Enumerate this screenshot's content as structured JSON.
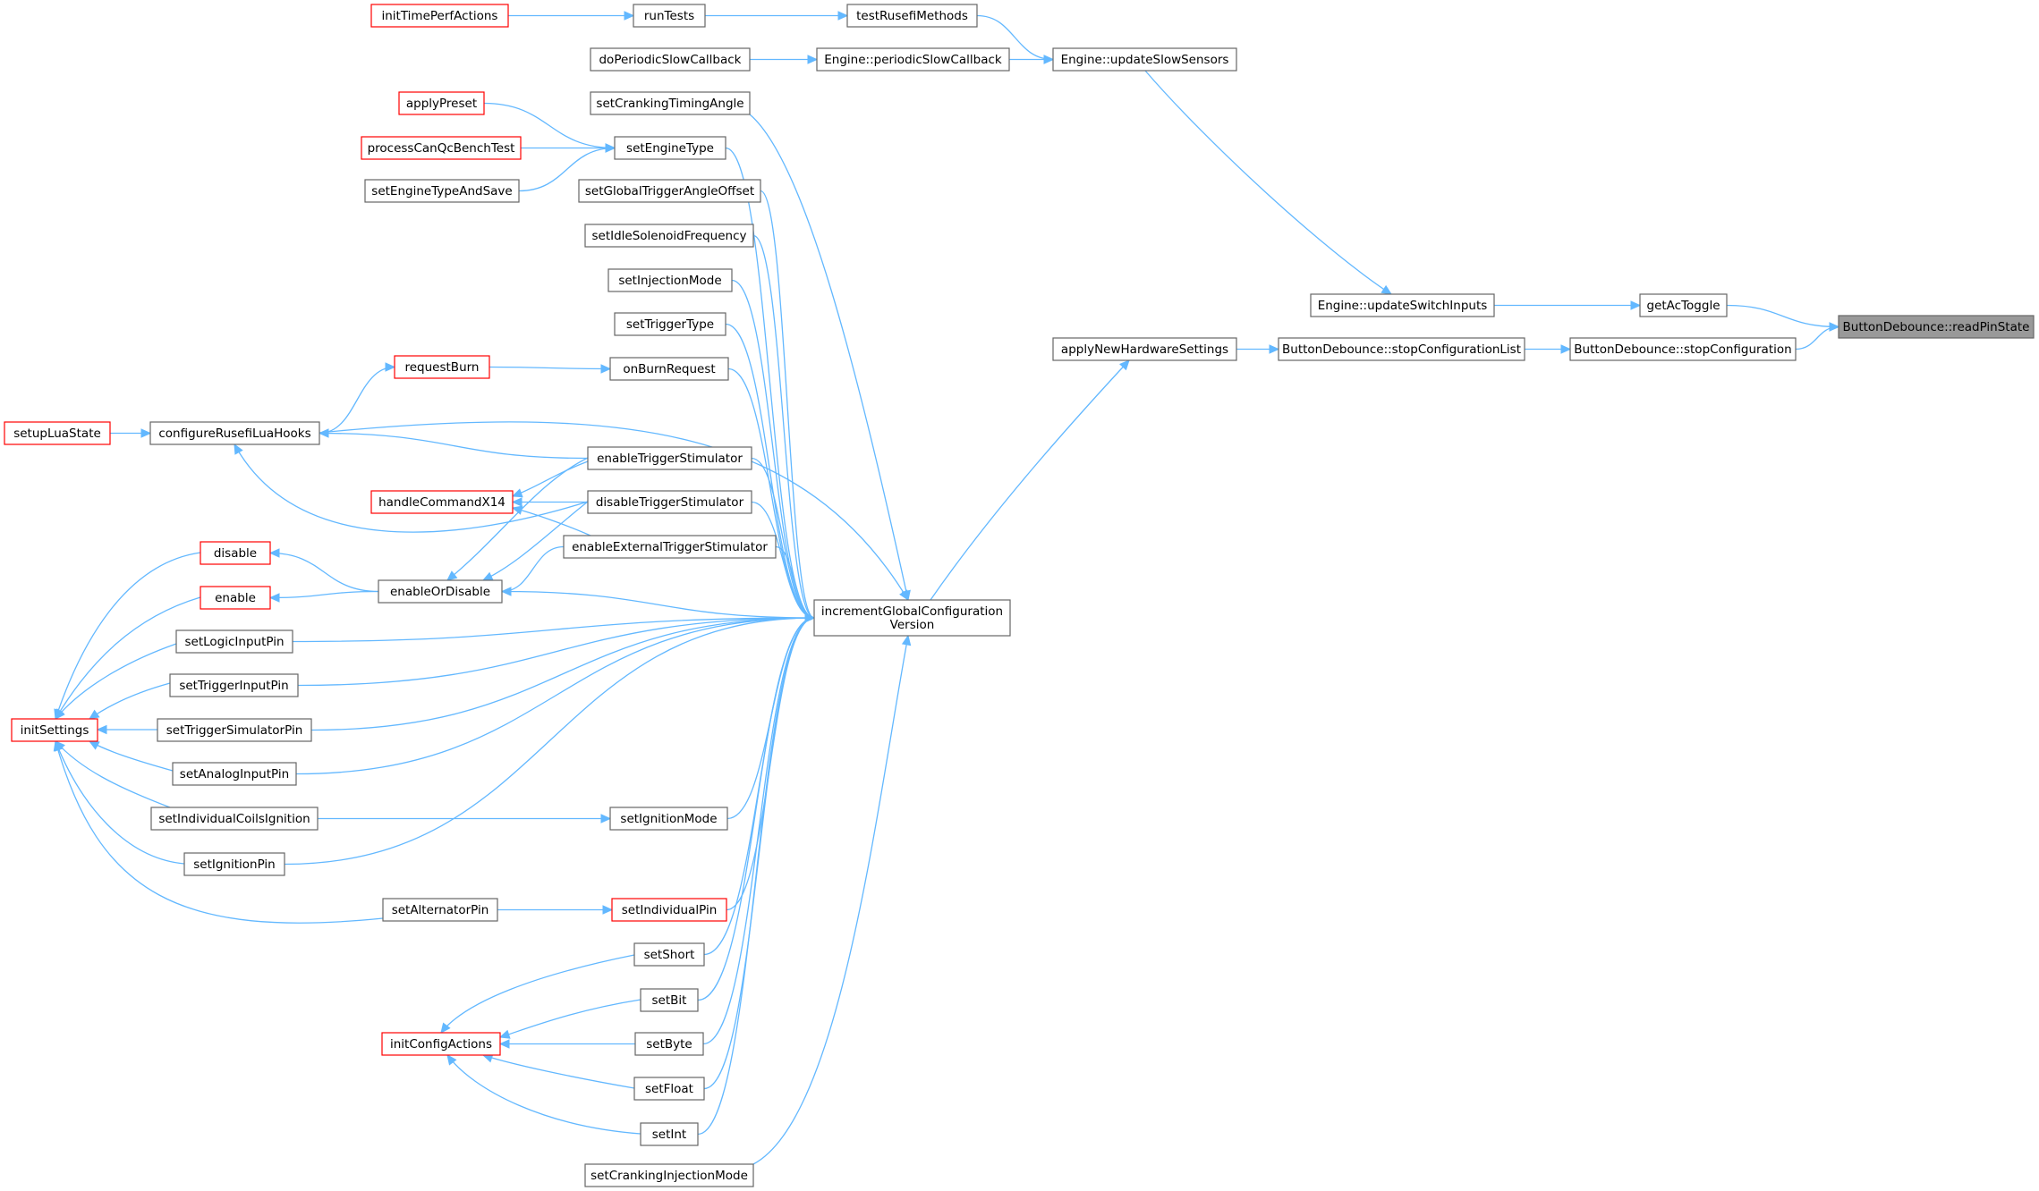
{
  "diagram": {
    "type": "caller-graph",
    "colors": {
      "edge": "#63b8ff",
      "border": "#666666",
      "truncated_border": "#ff0000",
      "root_fill": "#999999"
    },
    "root": "ButtonDebounce::readPinState",
    "nodes": [
      {
        "id": "readPinState",
        "label": "ButtonDebounce::readPinState",
        "truncated": false,
        "root": true
      },
      {
        "id": "getAcToggle",
        "label": "getAcToggle",
        "truncated": false
      },
      {
        "id": "stopConfiguration",
        "label": "ButtonDebounce::stopConfiguration",
        "truncated": false
      },
      {
        "id": "updateSwitchInputs",
        "label": "Engine::updateSwitchInputs",
        "truncated": false
      },
      {
        "id": "stopConfigurationList",
        "label": "ButtonDebounce::stopConfigurationList",
        "truncated": false
      },
      {
        "id": "applyNewHardwareSettings",
        "label": "applyNewHardwareSettings",
        "truncated": false
      },
      {
        "id": "updateSlowSensors",
        "label": "Engine::updateSlowSensors",
        "truncated": false
      },
      {
        "id": "incrementGCV",
        "label": [
          "incrementGlobalConfiguration",
          "Version"
        ],
        "truncated": false
      },
      {
        "id": "testRusefiMethods",
        "label": "testRusefiMethods",
        "truncated": false
      },
      {
        "id": "periodicSlowCallback",
        "label": "Engine::periodicSlowCallback",
        "truncated": false
      },
      {
        "id": "runTests",
        "label": "runTests",
        "truncated": false
      },
      {
        "id": "initTimePerfActions",
        "label": "initTimePerfActions",
        "truncated": true
      },
      {
        "id": "doPeriodicSlowCallback",
        "label": "doPeriodicSlowCallback",
        "truncated": false
      },
      {
        "id": "setCrankingTimingAngle",
        "label": "setCrankingTimingAngle",
        "truncated": false
      },
      {
        "id": "setEngineType",
        "label": "setEngineType",
        "truncated": false
      },
      {
        "id": "applyPreset",
        "label": "applyPreset",
        "truncated": true
      },
      {
        "id": "processCanQcBenchTest",
        "label": "processCanQcBenchTest",
        "truncated": true
      },
      {
        "id": "setEngineTypeAndSave",
        "label": "setEngineTypeAndSave",
        "truncated": false
      },
      {
        "id": "setGlobalTriggerAngleOffset",
        "label": "setGlobalTriggerAngleOffset",
        "truncated": false
      },
      {
        "id": "setIdleSolenoidFrequency",
        "label": "setIdleSolenoidFrequency",
        "truncated": false
      },
      {
        "id": "setInjectionMode",
        "label": "setInjectionMode",
        "truncated": false
      },
      {
        "id": "setTriggerType",
        "label": "setTriggerType",
        "truncated": false
      },
      {
        "id": "onBurnRequest",
        "label": "onBurnRequest",
        "truncated": false
      },
      {
        "id": "requestBurn",
        "label": "requestBurn",
        "truncated": true
      },
      {
        "id": "configureRusefiLuaHooks",
        "label": "configureRusefiLuaHooks",
        "truncated": false
      },
      {
        "id": "setupLuaState",
        "label": "setupLuaState",
        "truncated": true
      },
      {
        "id": "enableTriggerStimulator",
        "label": "enableTriggerStimulator",
        "truncated": false
      },
      {
        "id": "disableTriggerStimulator",
        "label": "disableTriggerStimulator",
        "truncated": false
      },
      {
        "id": "handleCommandX14",
        "label": "handleCommandX14",
        "truncated": true
      },
      {
        "id": "enableExternalTriggerStimulator",
        "label": "enableExternalTriggerStimulator",
        "truncated": false
      },
      {
        "id": "disable",
        "label": "disable",
        "truncated": true
      },
      {
        "id": "enable",
        "label": "enable",
        "truncated": true
      },
      {
        "id": "enableOrDisable",
        "label": "enableOrDisable",
        "truncated": false
      },
      {
        "id": "setLogicInputPin",
        "label": "setLogicInputPin",
        "truncated": false
      },
      {
        "id": "setTriggerInputPin",
        "label": "setTriggerInputPin",
        "truncated": false
      },
      {
        "id": "setTriggerSimulatorPin",
        "label": "setTriggerSimulatorPin",
        "truncated": false
      },
      {
        "id": "initSettings",
        "label": "initSettings",
        "truncated": true
      },
      {
        "id": "setAnalogInputPin",
        "label": "setAnalogInputPin",
        "truncated": false
      },
      {
        "id": "setIndividualCoilsIgnition",
        "label": "setIndividualCoilsIgnition",
        "truncated": false
      },
      {
        "id": "setIgnitionMode",
        "label": "setIgnitionMode",
        "truncated": false
      },
      {
        "id": "setIgnitionPin",
        "label": "setIgnitionPin",
        "truncated": false
      },
      {
        "id": "setAlternatorPin",
        "label": "setAlternatorPin",
        "truncated": false
      },
      {
        "id": "setIndividualPin",
        "label": "setIndividualPin",
        "truncated": true
      },
      {
        "id": "setShort",
        "label": "setShort",
        "truncated": false
      },
      {
        "id": "setBit",
        "label": "setBit",
        "truncated": false
      },
      {
        "id": "initConfigActions",
        "label": "initConfigActions",
        "truncated": true
      },
      {
        "id": "setByte",
        "label": "setByte",
        "truncated": false
      },
      {
        "id": "setFloat",
        "label": "setFloat",
        "truncated": false
      },
      {
        "id": "setInt",
        "label": "setInt",
        "truncated": false
      },
      {
        "id": "setCrankingInjectionMode",
        "label": "setCrankingInjectionMode",
        "truncated": false
      }
    ],
    "edges": [
      [
        "getAcToggle",
        "readPinState"
      ],
      [
        "stopConfiguration",
        "readPinState"
      ],
      [
        "updateSwitchInputs",
        "getAcToggle"
      ],
      [
        "stopConfigurationList",
        "stopConfiguration"
      ],
      [
        "updateSlowSensors",
        "updateSwitchInputs"
      ],
      [
        "applyNewHardwareSettings",
        "stopConfigurationList"
      ],
      [
        "incrementGCV",
        "applyNewHardwareSettings"
      ],
      [
        "testRusefiMethods",
        "updateSlowSensors"
      ],
      [
        "periodicSlowCallback",
        "updateSlowSensors"
      ],
      [
        "runTests",
        "testRusefiMethods"
      ],
      [
        "initTimePerfActions",
        "runTests"
      ],
      [
        "doPeriodicSlowCallback",
        "periodicSlowCallback"
      ],
      [
        "setCrankingTimingAngle",
        "incrementGCV"
      ],
      [
        "setEngineType",
        "incrementGCV"
      ],
      [
        "applyPreset",
        "setEngineType"
      ],
      [
        "processCanQcBenchTest",
        "setEngineType"
      ],
      [
        "setEngineTypeAndSave",
        "setEngineType"
      ],
      [
        "setGlobalTriggerAngleOffset",
        "incrementGCV"
      ],
      [
        "setIdleSolenoidFrequency",
        "incrementGCV"
      ],
      [
        "setInjectionMode",
        "incrementGCV"
      ],
      [
        "setTriggerType",
        "incrementGCV"
      ],
      [
        "onBurnRequest",
        "incrementGCV"
      ],
      [
        "requestBurn",
        "onBurnRequest"
      ],
      [
        "configureRusefiLuaHooks",
        "requestBurn"
      ],
      [
        "setupLuaState",
        "configureRusefiLuaHooks"
      ],
      [
        "configureRusefiLuaHooks",
        "incrementGCV"
      ],
      [
        "enableTriggerStimulator",
        "configureRusefiLuaHooks"
      ],
      [
        "disableTriggerStimulator",
        "configureRusefiLuaHooks"
      ],
      [
        "enableTriggerStimulator",
        "incrementGCV"
      ],
      [
        "disableTriggerStimulator",
        "incrementGCV"
      ],
      [
        "enableTriggerStimulator",
        "handleCommandX14"
      ],
      [
        "disableTriggerStimulator",
        "handleCommandX14"
      ],
      [
        "enableExternalTriggerStimulator",
        "handleCommandX14"
      ],
      [
        "enableTriggerStimulator",
        "enableOrDisable"
      ],
      [
        "disableTriggerStimulator",
        "enableOrDisable"
      ],
      [
        "enableExternalTriggerStimulator",
        "enableOrDisable"
      ],
      [
        "enableExternalTriggerStimulator",
        "incrementGCV"
      ],
      [
        "enableOrDisable",
        "disable"
      ],
      [
        "enableOrDisable",
        "enable"
      ],
      [
        "enableOrDisable",
        "incrementGCV"
      ],
      [
        "disable",
        "initSettings"
      ],
      [
        "enable",
        "initSettings"
      ],
      [
        "setLogicInputPin",
        "initSettings"
      ],
      [
        "setTriggerInputPin",
        "initSettings"
      ],
      [
        "setTriggerSimulatorPin",
        "initSettings"
      ],
      [
        "setAnalogInputPin",
        "initSettings"
      ],
      [
        "setIndividualCoilsIgnition",
        "initSettings"
      ],
      [
        "setIgnitionPin",
        "initSettings"
      ],
      [
        "setAlternatorPin",
        "initSettings"
      ],
      [
        "setLogicInputPin",
        "incrementGCV"
      ],
      [
        "setTriggerInputPin",
        "incrementGCV"
      ],
      [
        "setTriggerSimulatorPin",
        "incrementGCV"
      ],
      [
        "setAnalogInputPin",
        "incrementGCV"
      ],
      [
        "setIgnitionMode",
        "incrementGCV"
      ],
      [
        "setIndividualCoilsIgnition",
        "setIgnitionMode"
      ],
      [
        "setIgnitionPin",
        "incrementGCV"
      ],
      [
        "setIndividualPin",
        "incrementGCV"
      ],
      [
        "setAlternatorPin",
        "setIndividualPin"
      ],
      [
        "setShort",
        "incrementGCV"
      ],
      [
        "setBit",
        "incrementGCV"
      ],
      [
        "setByte",
        "incrementGCV"
      ],
      [
        "setFloat",
        "incrementGCV"
      ],
      [
        "setInt",
        "incrementGCV"
      ],
      [
        "setCrankingInjectionMode",
        "incrementGCV"
      ],
      [
        "setShort",
        "initConfigActions"
      ],
      [
        "setBit",
        "initConfigActions"
      ],
      [
        "setByte",
        "initConfigActions"
      ],
      [
        "setFloat",
        "initConfigActions"
      ],
      [
        "setInt",
        "initConfigActions"
      ]
    ]
  }
}
